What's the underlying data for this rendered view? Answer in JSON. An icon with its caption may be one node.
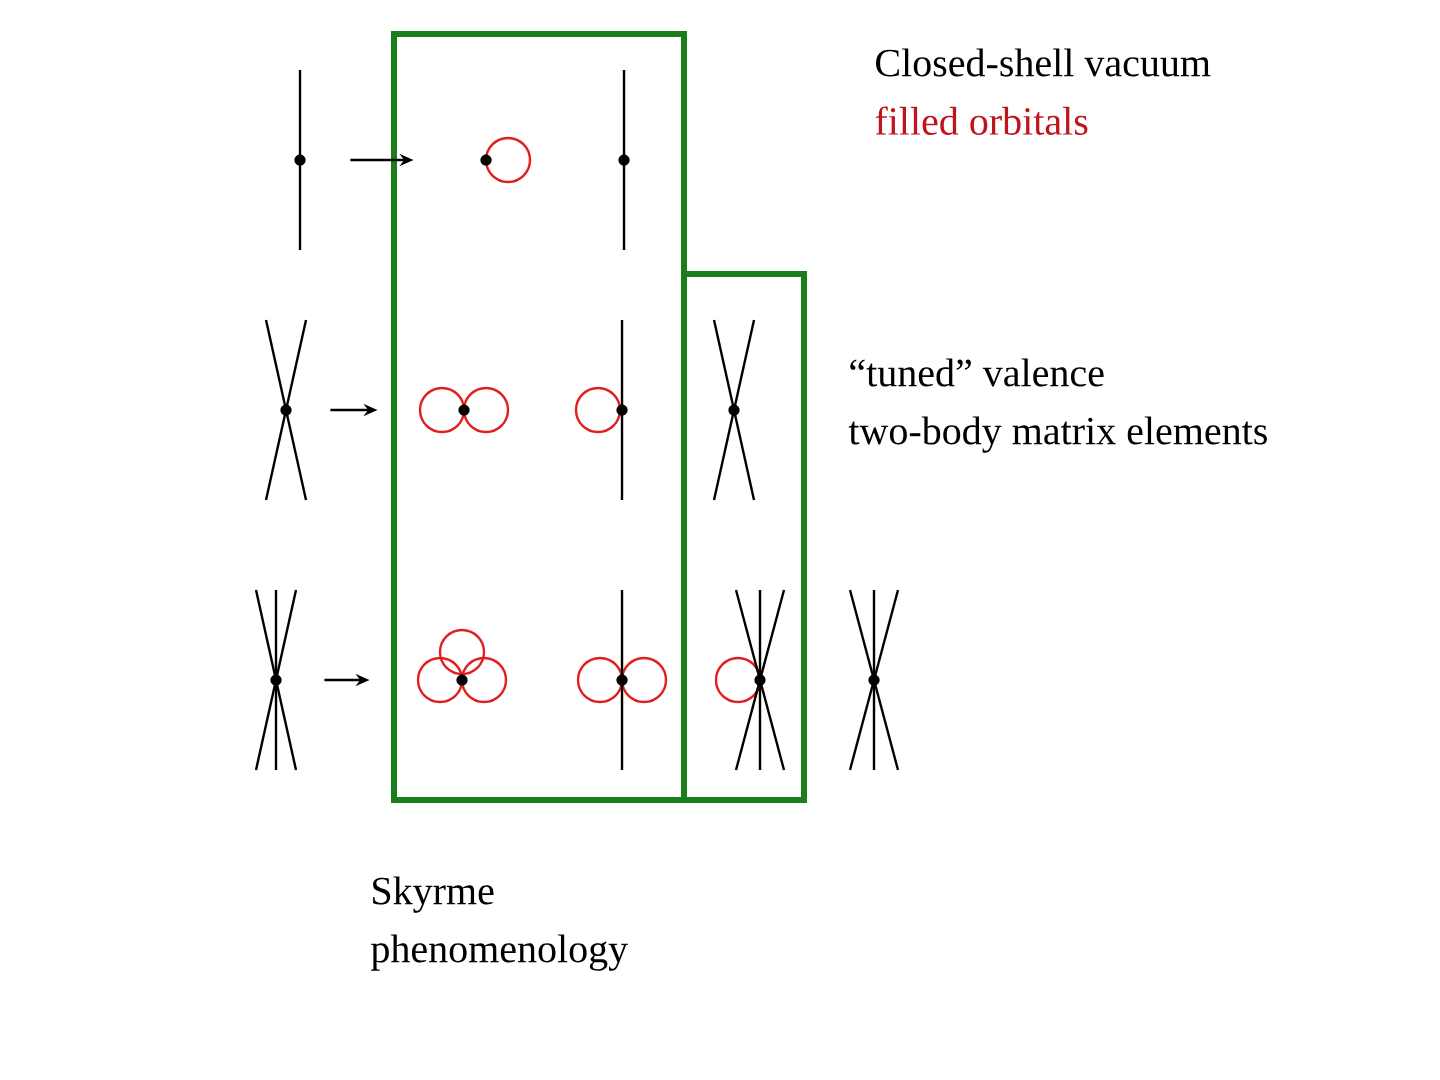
{
  "diagram": {
    "nodes": [
      {
        "text": [],
        "shape": "picture"
      },
      {
        "text": [],
        "shape": "circle"
      },
      {
        "text": [],
        "shape": "picture"
      },
      {
        "text": [],
        "shape": "circle"
      },
      {
        "text": [],
        "shape": "picture"
      },
      {
        "text": [],
        "shape": "picture"
      }
    ],
    "edges": [
      {
        "from": 0,
        "to": 1,
        "arrow": "to"
      },
      {
        "from": 2,
        "to": 3,
        "arrow": "to"
      },
      {
        "from": 4,
        "to": 5,
        "arrow": "to"
      }
    ],
    "labels": [
      "Closed-shell vacuum",
      "filled orbitals",
      "“tuned” valence two-body matrix elements",
      "Skyrme phenomenology"
    ]
  }
}
